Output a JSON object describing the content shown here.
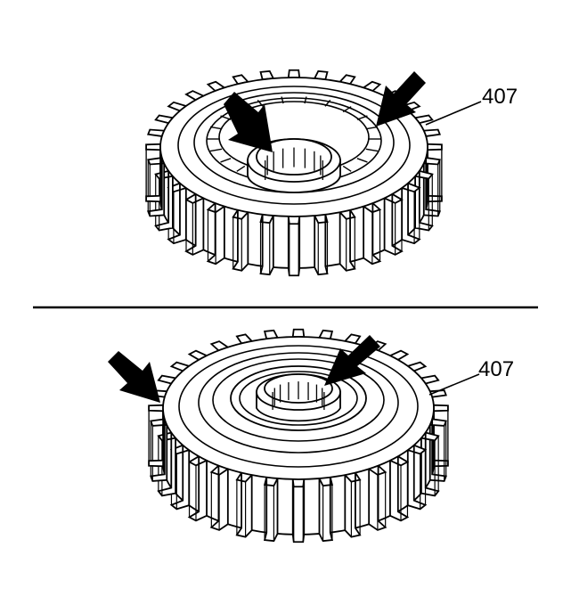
{
  "diagram": {
    "views": [
      {
        "id": "upper",
        "callout": "407",
        "tooth_count": 32,
        "arrow_count": 2
      },
      {
        "id": "lower",
        "callout": "407",
        "tooth_count": 32,
        "arrow_count": 2
      }
    ],
    "colors": {
      "line": "#000000",
      "background": "#ffffff"
    }
  }
}
